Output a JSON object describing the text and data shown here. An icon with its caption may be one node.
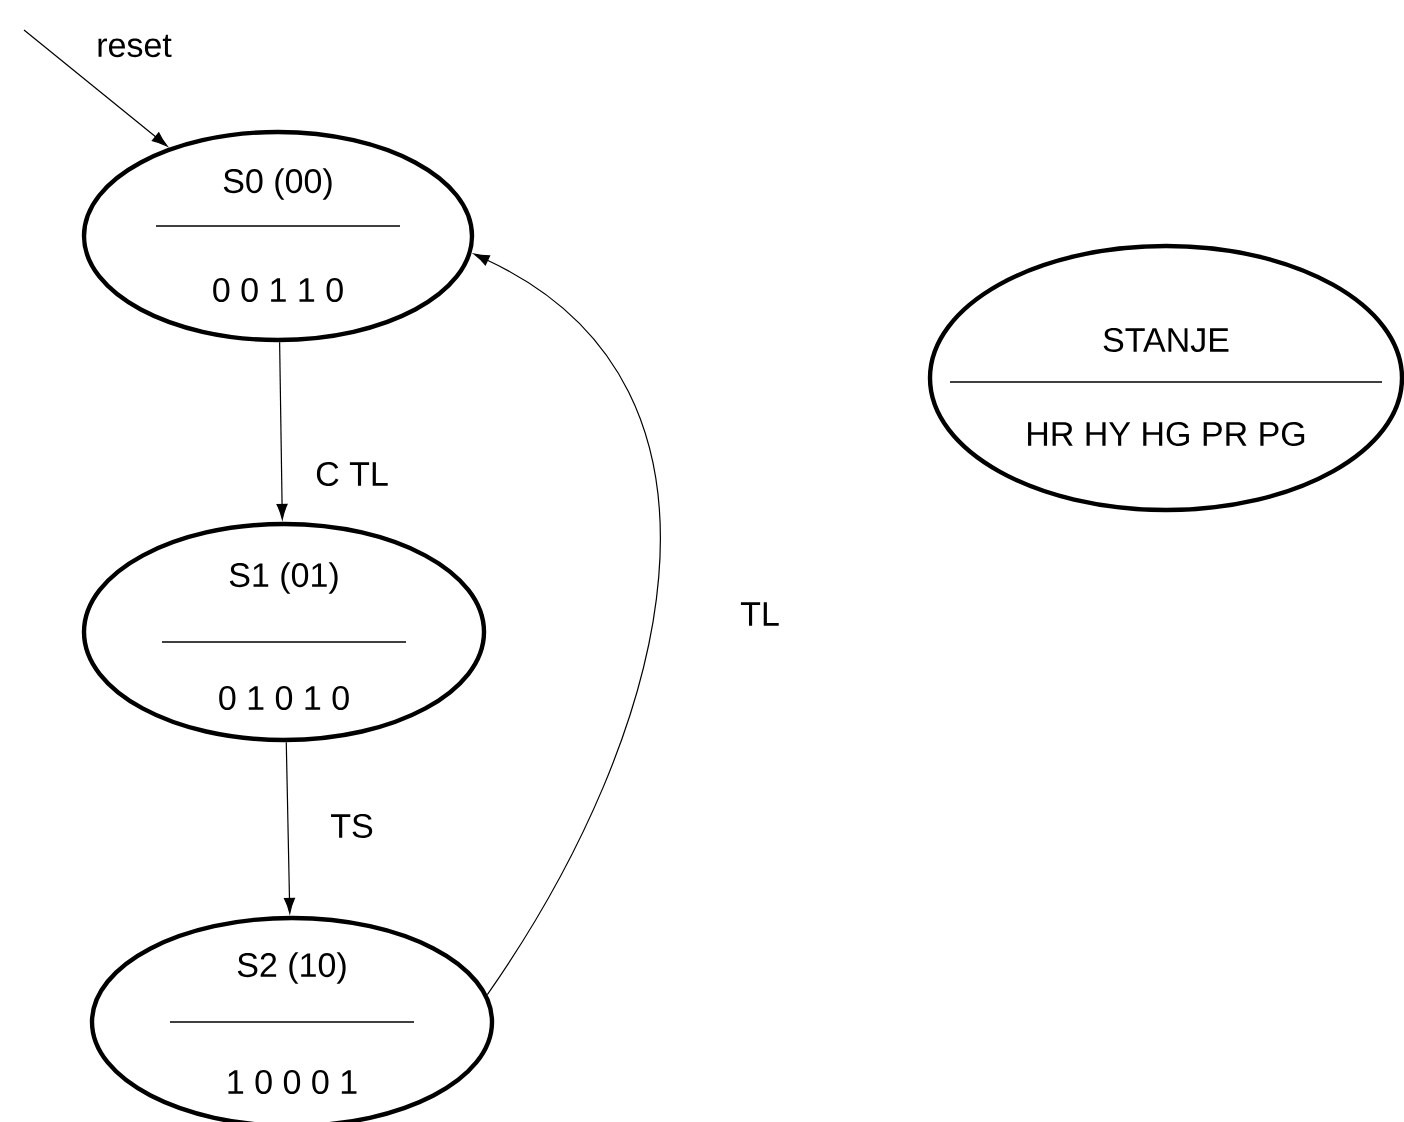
{
  "diagram": {
    "nodes": [
      {
        "text": [
          "S0 (00)",
          "0 0 1  1 0"
        ]
      },
      {
        "text": [
          "S1 (01)",
          "0 1 0  1 0"
        ]
      },
      {
        "text": [
          "S2 (10)",
          "1 0 0  0 1"
        ]
      },
      {
        "text": [
          "STANJE",
          "HR HY HG   PR PG"
        ]
      }
    ],
    "edges": [
      {
        "from": null,
        "to": 0,
        "arrow": "to",
        "label": "reset"
      },
      {
        "from": 0,
        "to": 1,
        "arrow": "to",
        "label": "C TL"
      },
      {
        "from": 1,
        "to": 2,
        "arrow": "to",
        "label": "TS"
      },
      {
        "from": 2,
        "to": 0,
        "arrow": "to",
        "label": "TL"
      }
    ]
  }
}
